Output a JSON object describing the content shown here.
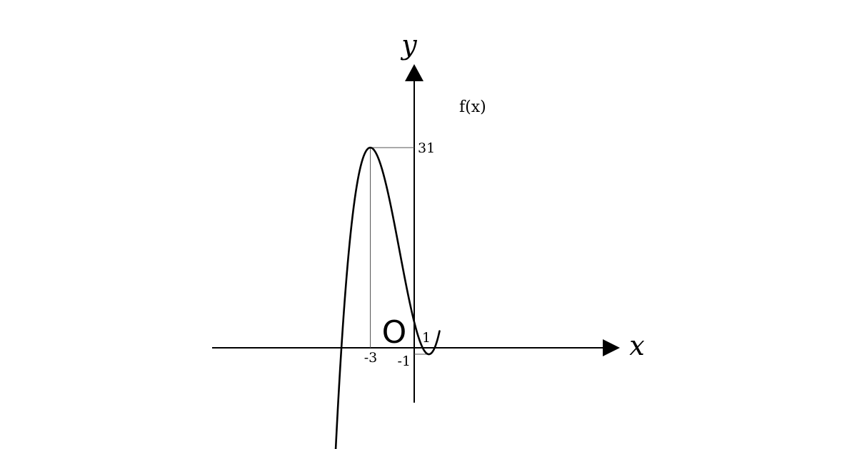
{
  "chart_data": {
    "type": "line",
    "function_label": "f(x)",
    "xlabel": "x",
    "ylabel": "y",
    "origin_label": "O",
    "series": [
      {
        "name": "f(x)",
        "function": "x^3 + 3x^2 - 9x + 4",
        "x_range": [
          -5.4,
          1.73
        ]
      }
    ],
    "critical_points": [
      {
        "x": -3,
        "y": 31,
        "kind": "local maximum"
      },
      {
        "x": 1,
        "y": -1,
        "kind": "local minimum"
      }
    ],
    "tick_labels": {
      "x": [
        "-3",
        "1"
      ],
      "y": [
        "31",
        "-1"
      ]
    },
    "grid": false,
    "legend": "none"
  }
}
